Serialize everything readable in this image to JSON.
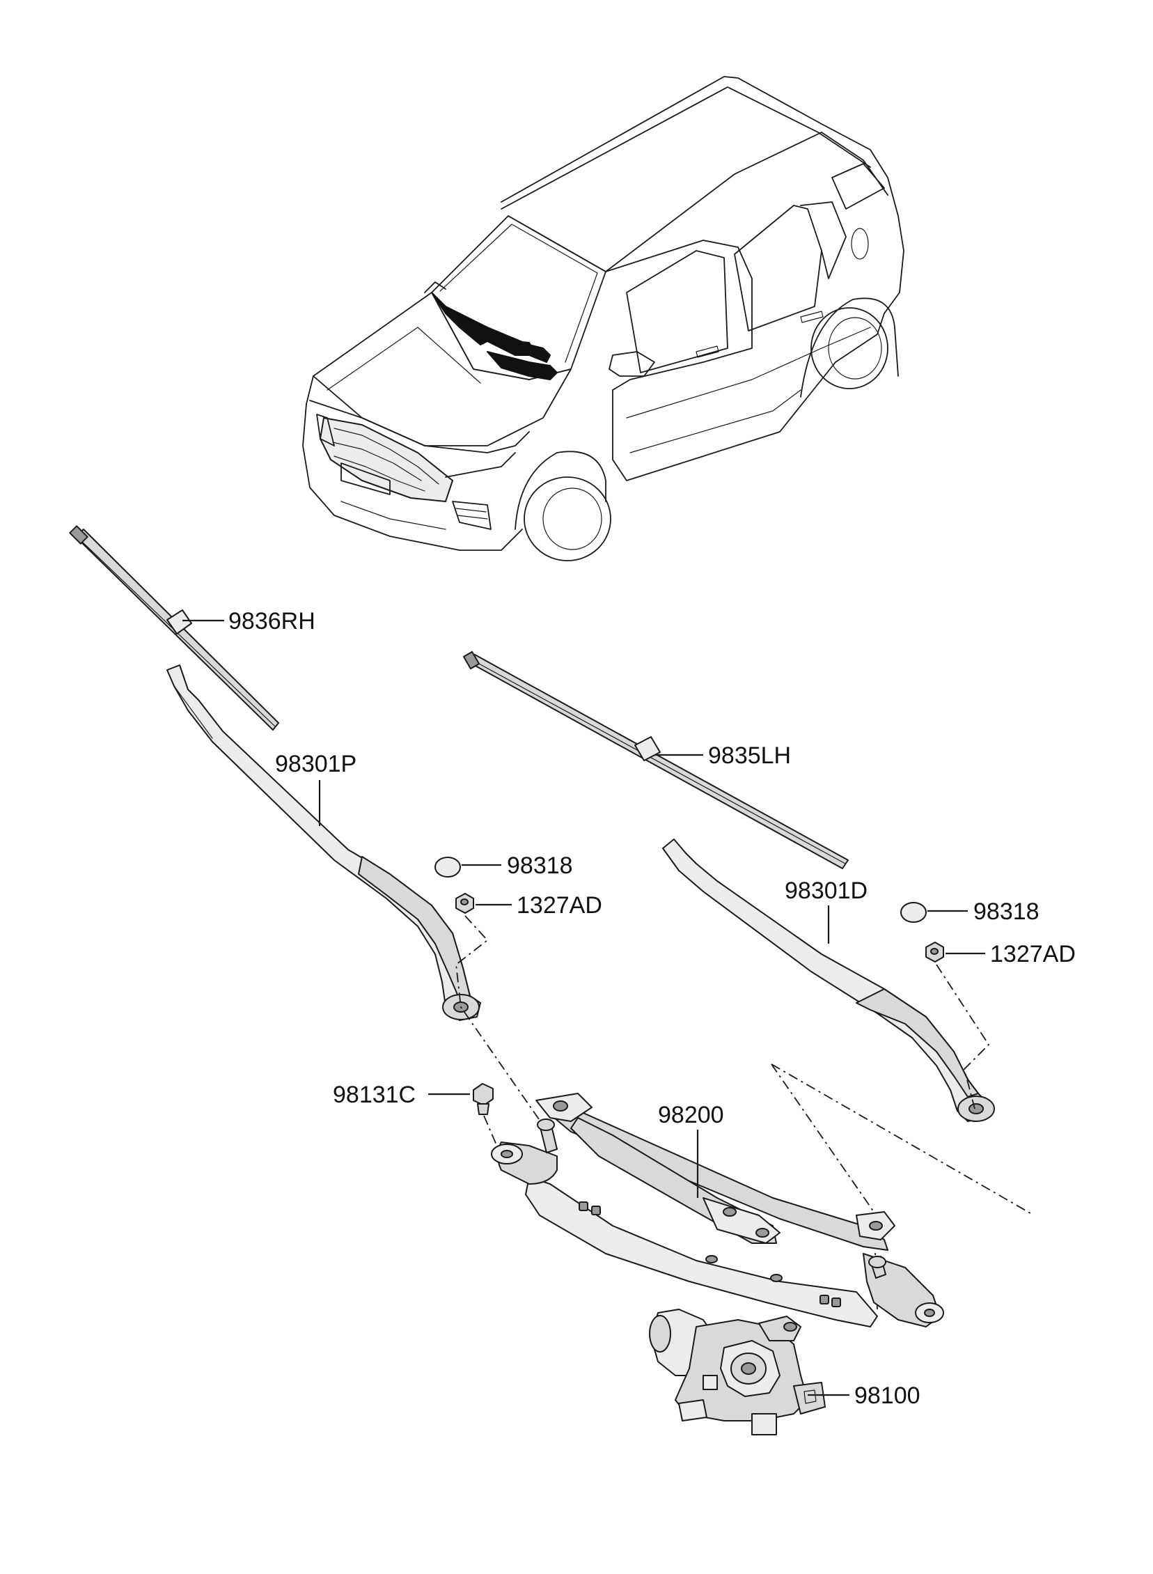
{
  "callouts": {
    "wiper_blade_rh": "9836RH",
    "wiper_blade_lh": "9835LH",
    "wiper_arm_passenger": "98301P",
    "wiper_arm_driver": "98301D",
    "cap_right": "98318",
    "nut_right": "1327AD",
    "cap_left": "98318",
    "nut_left": "1327AD",
    "bolt": "98131C",
    "linkage": "98200",
    "motor": "98100"
  },
  "colors": {
    "line": "#1a1a1a",
    "part_fill": "#d9d9d9",
    "background": "#ffffff"
  },
  "icons": [
    "suv-vehicle-icon",
    "wiper-blade-icon",
    "wiper-arm-icon",
    "cap-icon",
    "nut-icon",
    "bolt-icon",
    "linkage-icon",
    "motor-icon"
  ]
}
